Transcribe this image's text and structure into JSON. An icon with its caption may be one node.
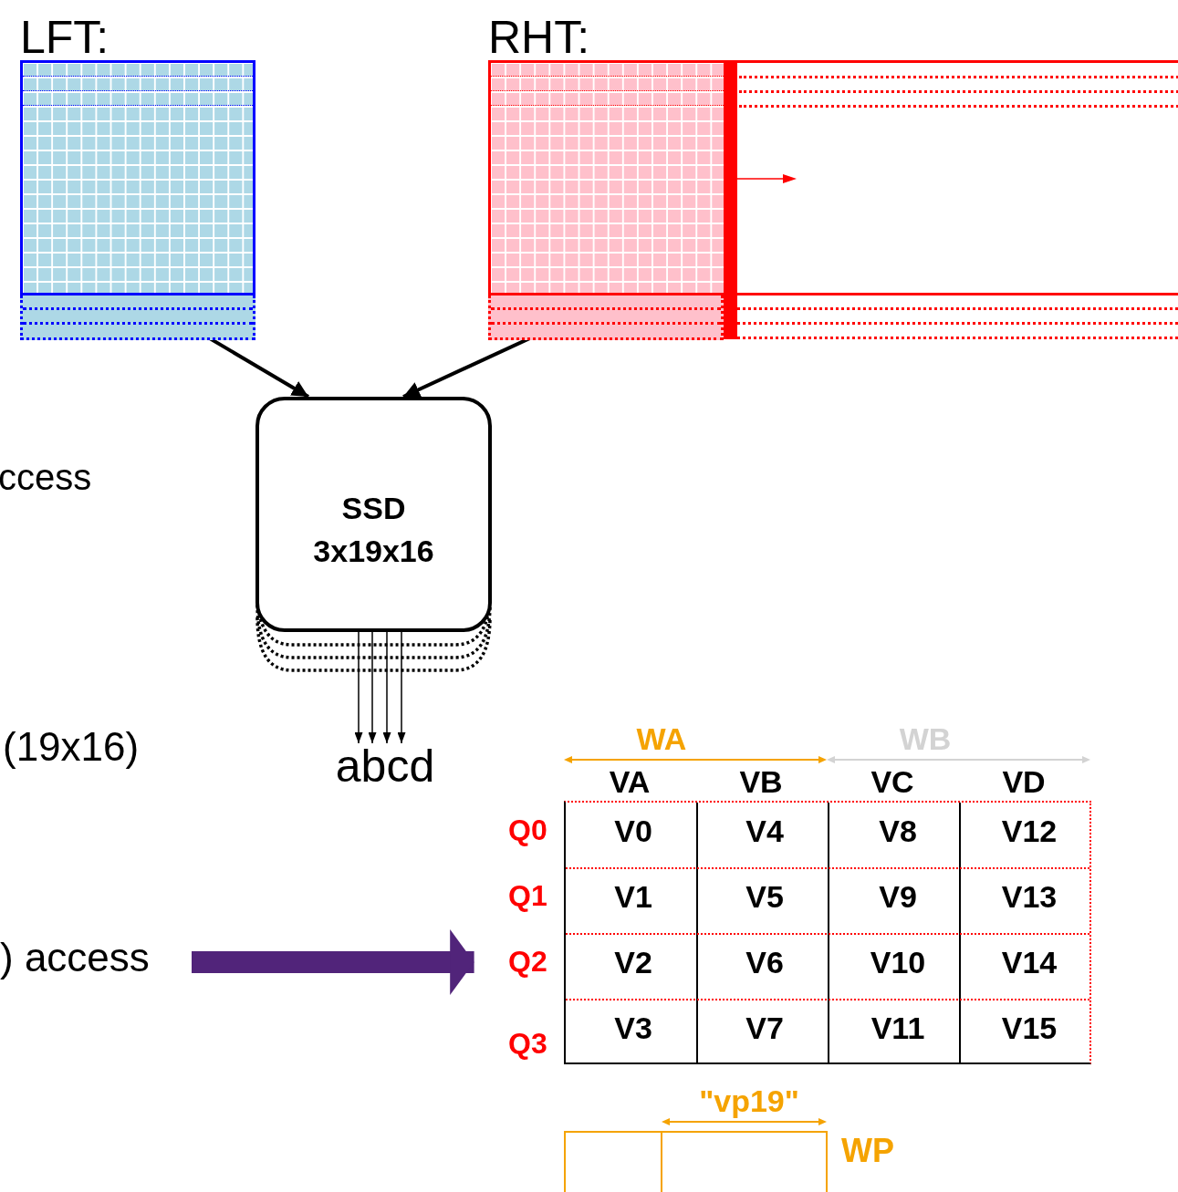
{
  "diagram": {
    "nodes": [
      {
        "text": [
          "LFT:"
        ]
      },
      {
        "text": [
          "RHT:"
        ]
      },
      {
        "text": [
          "SSD",
          "3x19x16"
        ]
      },
      {
        "text": [
          "abcd"
        ]
      },
      {
        "text": [],
        "shape": "box"
      },
      {
        "text": [],
        "shape": "box"
      }
    ],
    "edges": [
      {
        "from": 0,
        "to": 2,
        "arrow": "to",
        "style": "thick"
      },
      {
        "from": 1,
        "to": 2,
        "arrow": "to",
        "style": "thick"
      },
      {
        "from": 2,
        "to": 3,
        "arrow": "to"
      },
      {
        "from": 2,
        "to": 3,
        "arrow": "to"
      },
      {
        "from": 2,
        "to": 3,
        "arrow": "to"
      },
      {
        "from": 2,
        "to": 3,
        "arrow": "to"
      },
      {
        "from": null,
        "to": 4,
        "arrow": "to",
        "style": "thick",
        "color": "#51247a"
      }
    ],
    "labels": [
      "ccess",
      "(19x16)",
      ") access",
      "WA",
      "WB",
      "VA",
      "VB",
      "VC",
      "VD",
      "Q0",
      "V0",
      "V4",
      "V8",
      "V12",
      "Q1",
      "V1",
      "V5",
      "V9",
      "V13",
      "Q2",
      "V2",
      "V6",
      "V10",
      "V14",
      "Q3",
      "V3",
      "V7",
      "V11",
      "V15",
      "\"vp19\"",
      "WP"
    ]
  }
}
